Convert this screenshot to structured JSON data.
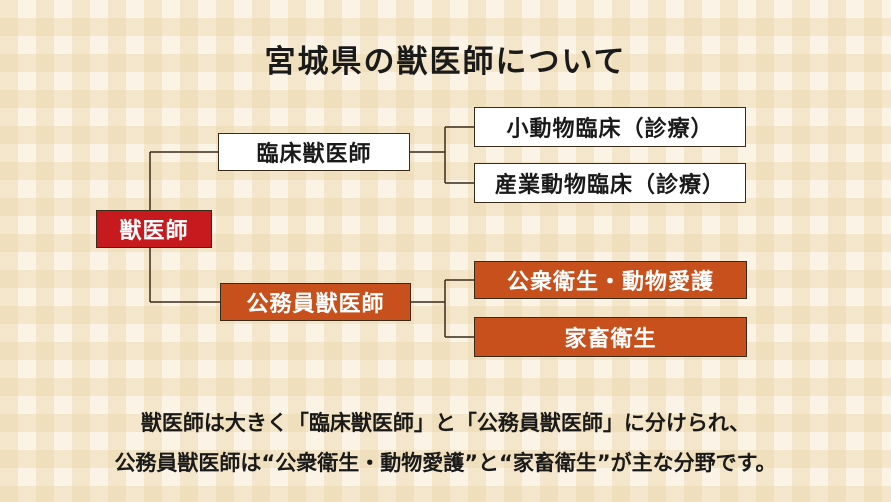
{
  "title": "宮城県の獣医師について",
  "root": "獣医師",
  "branches": [
    {
      "label": "臨床獣医師",
      "children": [
        "小動物臨床（診療）",
        "産業動物臨床（診療）"
      ]
    },
    {
      "label": "公務員獣医師",
      "children": [
        "公衆衛生・動物愛護",
        "家畜衛生"
      ]
    }
  ],
  "notes": [
    "獣医師は大きく「臨床獣医師」と「公務員獣医師」に分けられ、",
    "公務員獣医師は“公衆衛生・動物愛護”と“家畜衛生”が主な分野です。"
  ],
  "colors": {
    "root": "#c61a1f",
    "public": "#c8501c",
    "clinical": "#ffffff"
  }
}
